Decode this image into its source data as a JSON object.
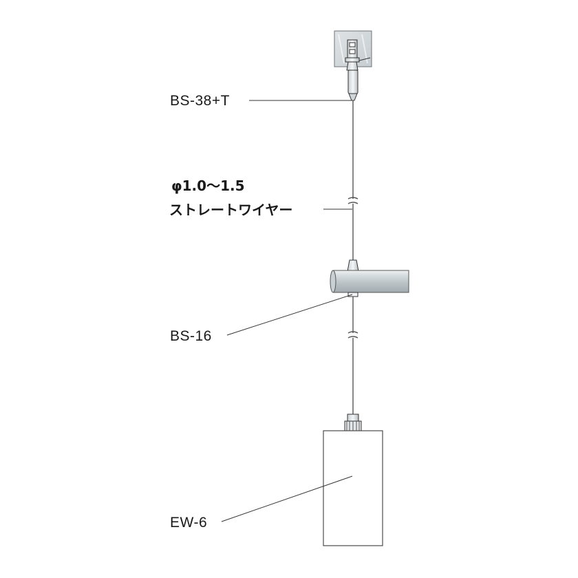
{
  "labels": {
    "ceiling_fitting": "BS-38+T",
    "wire_diameter": "φ1.0〜1.5",
    "wire_name": "ストレートワイヤー",
    "rail_fitting": "BS-16",
    "hanging_panel": "EW-6"
  }
}
